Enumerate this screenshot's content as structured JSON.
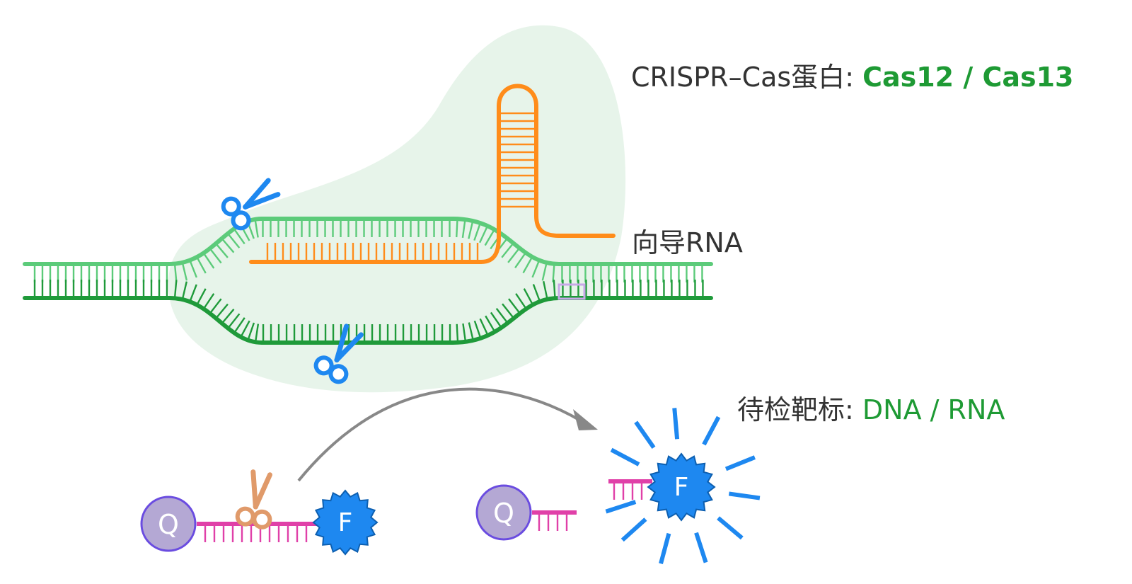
{
  "labels": {
    "cas_prefix": "CRISPR–Cas蛋白: ",
    "cas12": "Cas12",
    "cas_sep": " / ",
    "cas13": "Cas13",
    "guide_rna": "向导RNA",
    "target_prefix": "待检靶标: ",
    "target_dna": "DNA",
    "target_sep": " / ",
    "target_rna": "RNA"
  },
  "reporter": {
    "quencher_letter": "Q",
    "fluorophore_letter": "F"
  },
  "colors": {
    "protein_blob": "#e7f4ea",
    "dna_top": "#5ccb7a",
    "dna_bottom": "#1f9a3a",
    "guide_rna": "#ff8c1a",
    "target_pam": "#c8a8e8",
    "scissors_active": "#1e88f0",
    "scissors_reporter": "#e09a6a",
    "reporter_strand": "#e040a8",
    "quencher_fill": "#b4a8d4",
    "quencher_stroke": "#6a4ce0",
    "fluorophore": "#1e88f0",
    "arrow": "#888888",
    "label_text": "#333333",
    "label_green": "#1e9a34"
  }
}
